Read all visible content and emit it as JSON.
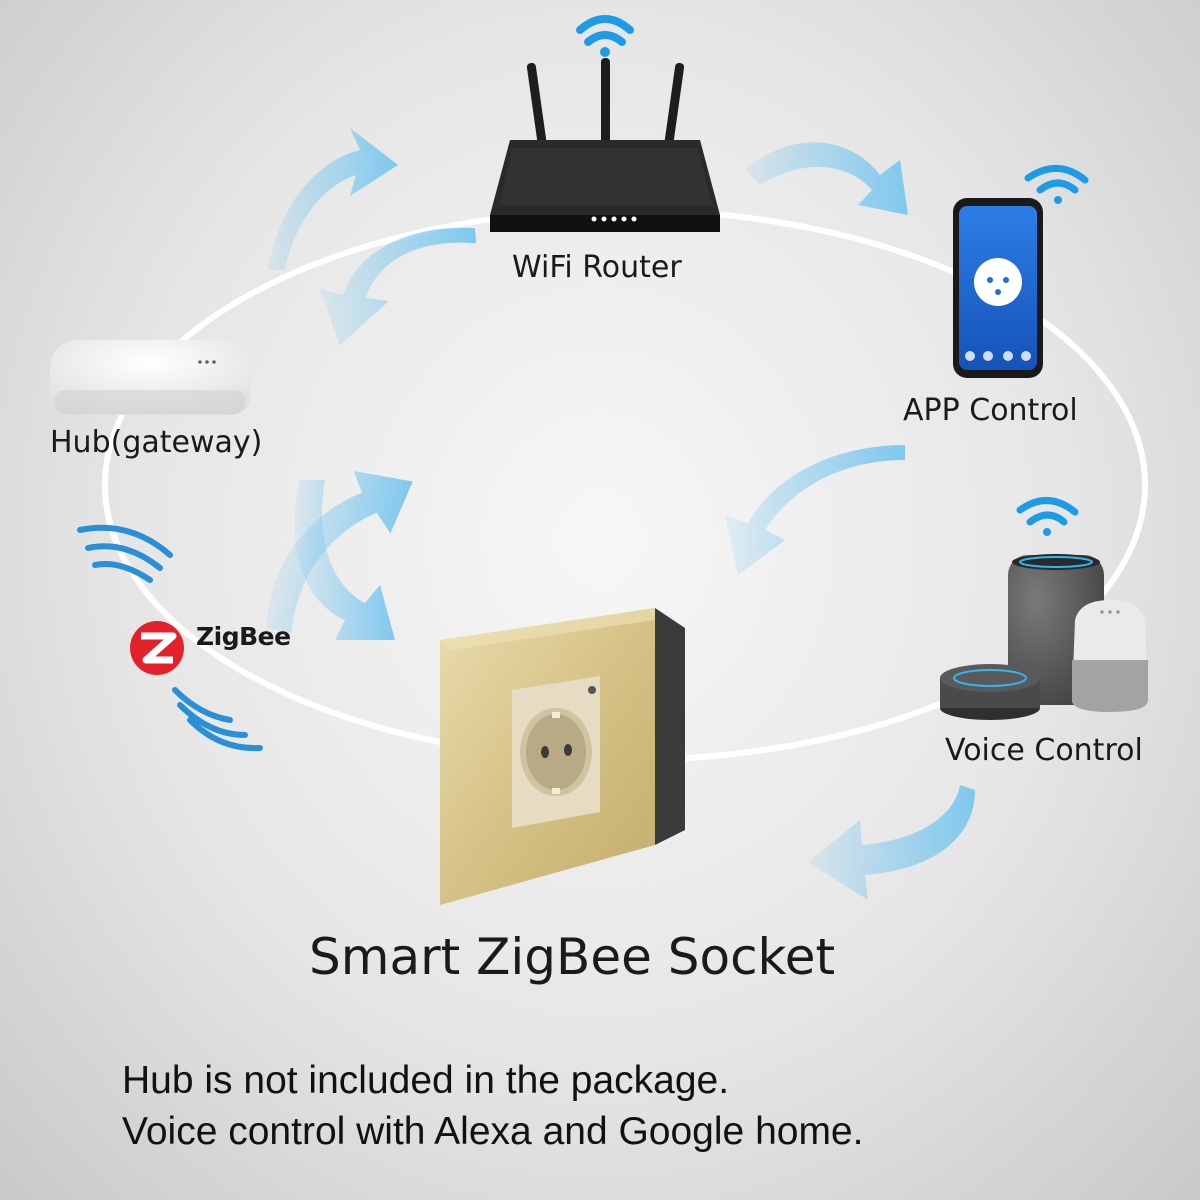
{
  "nodes": {
    "router_label": "WiFi Router",
    "app_label": "APP Control",
    "hub_label": "Hub(gateway)",
    "voice_label": "Voice Control",
    "zigbee_logo": "ZigBee"
  },
  "title": "Smart ZigBee Socket",
  "notes": [
    "Hub is not included in the package.",
    "Voice control with Alexa and Google home."
  ],
  "colors": {
    "arrow_blue": "#7fc8ee",
    "wifi_blue": "#1e9be6",
    "ring": "#ffffff",
    "zigbee_red": "#e3212b",
    "socket_gold": "#d8c58f",
    "phone_screen": "#1e6fd9"
  },
  "icons": [
    "wifi-icon",
    "router-icon",
    "phone-icon",
    "hub-icon",
    "smart-speaker-icon",
    "zigbee-logo-icon",
    "socket-icon",
    "flow-arrow-icon"
  ]
}
